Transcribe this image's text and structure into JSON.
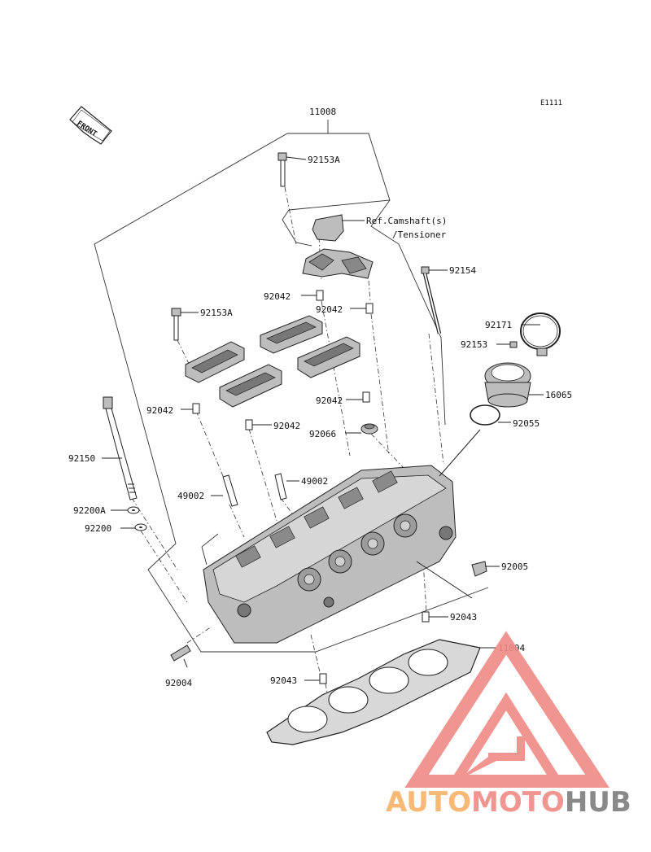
{
  "diagram_code": "E1111",
  "front_label": "FRONT",
  "ref_note": {
    "line1": "Ref.Camshaft(s)",
    "line2": "/Tensioner"
  },
  "parts": {
    "p11008": "11008",
    "p92153a_top": "92153A",
    "p92154": "92154",
    "p92042_a": "92042",
    "p92042_b": "92042",
    "p92153a_left": "92153A",
    "p92171": "92171",
    "p92153": "92153",
    "p16065": "16065",
    "p92042_c": "92042",
    "p92042_d": "92042",
    "p92042_e": "92042",
    "p92055": "92055",
    "p92066": "92066",
    "p92150": "92150",
    "p49002_a": "49002",
    "p49002_b": "49002",
    "p92200a": "92200A",
    "p92200": "92200",
    "p92005": "92005",
    "p92043_a": "92043",
    "p11004": "11004",
    "p92004": "92004",
    "p92043_b": "92043"
  },
  "watermark": {
    "part1": "AUTO",
    "part2": "MOTO",
    "part3": "HUB",
    "color_orange": "#f7b267",
    "color_red": "#f08a84",
    "color_gray": "#7d7d7d"
  }
}
